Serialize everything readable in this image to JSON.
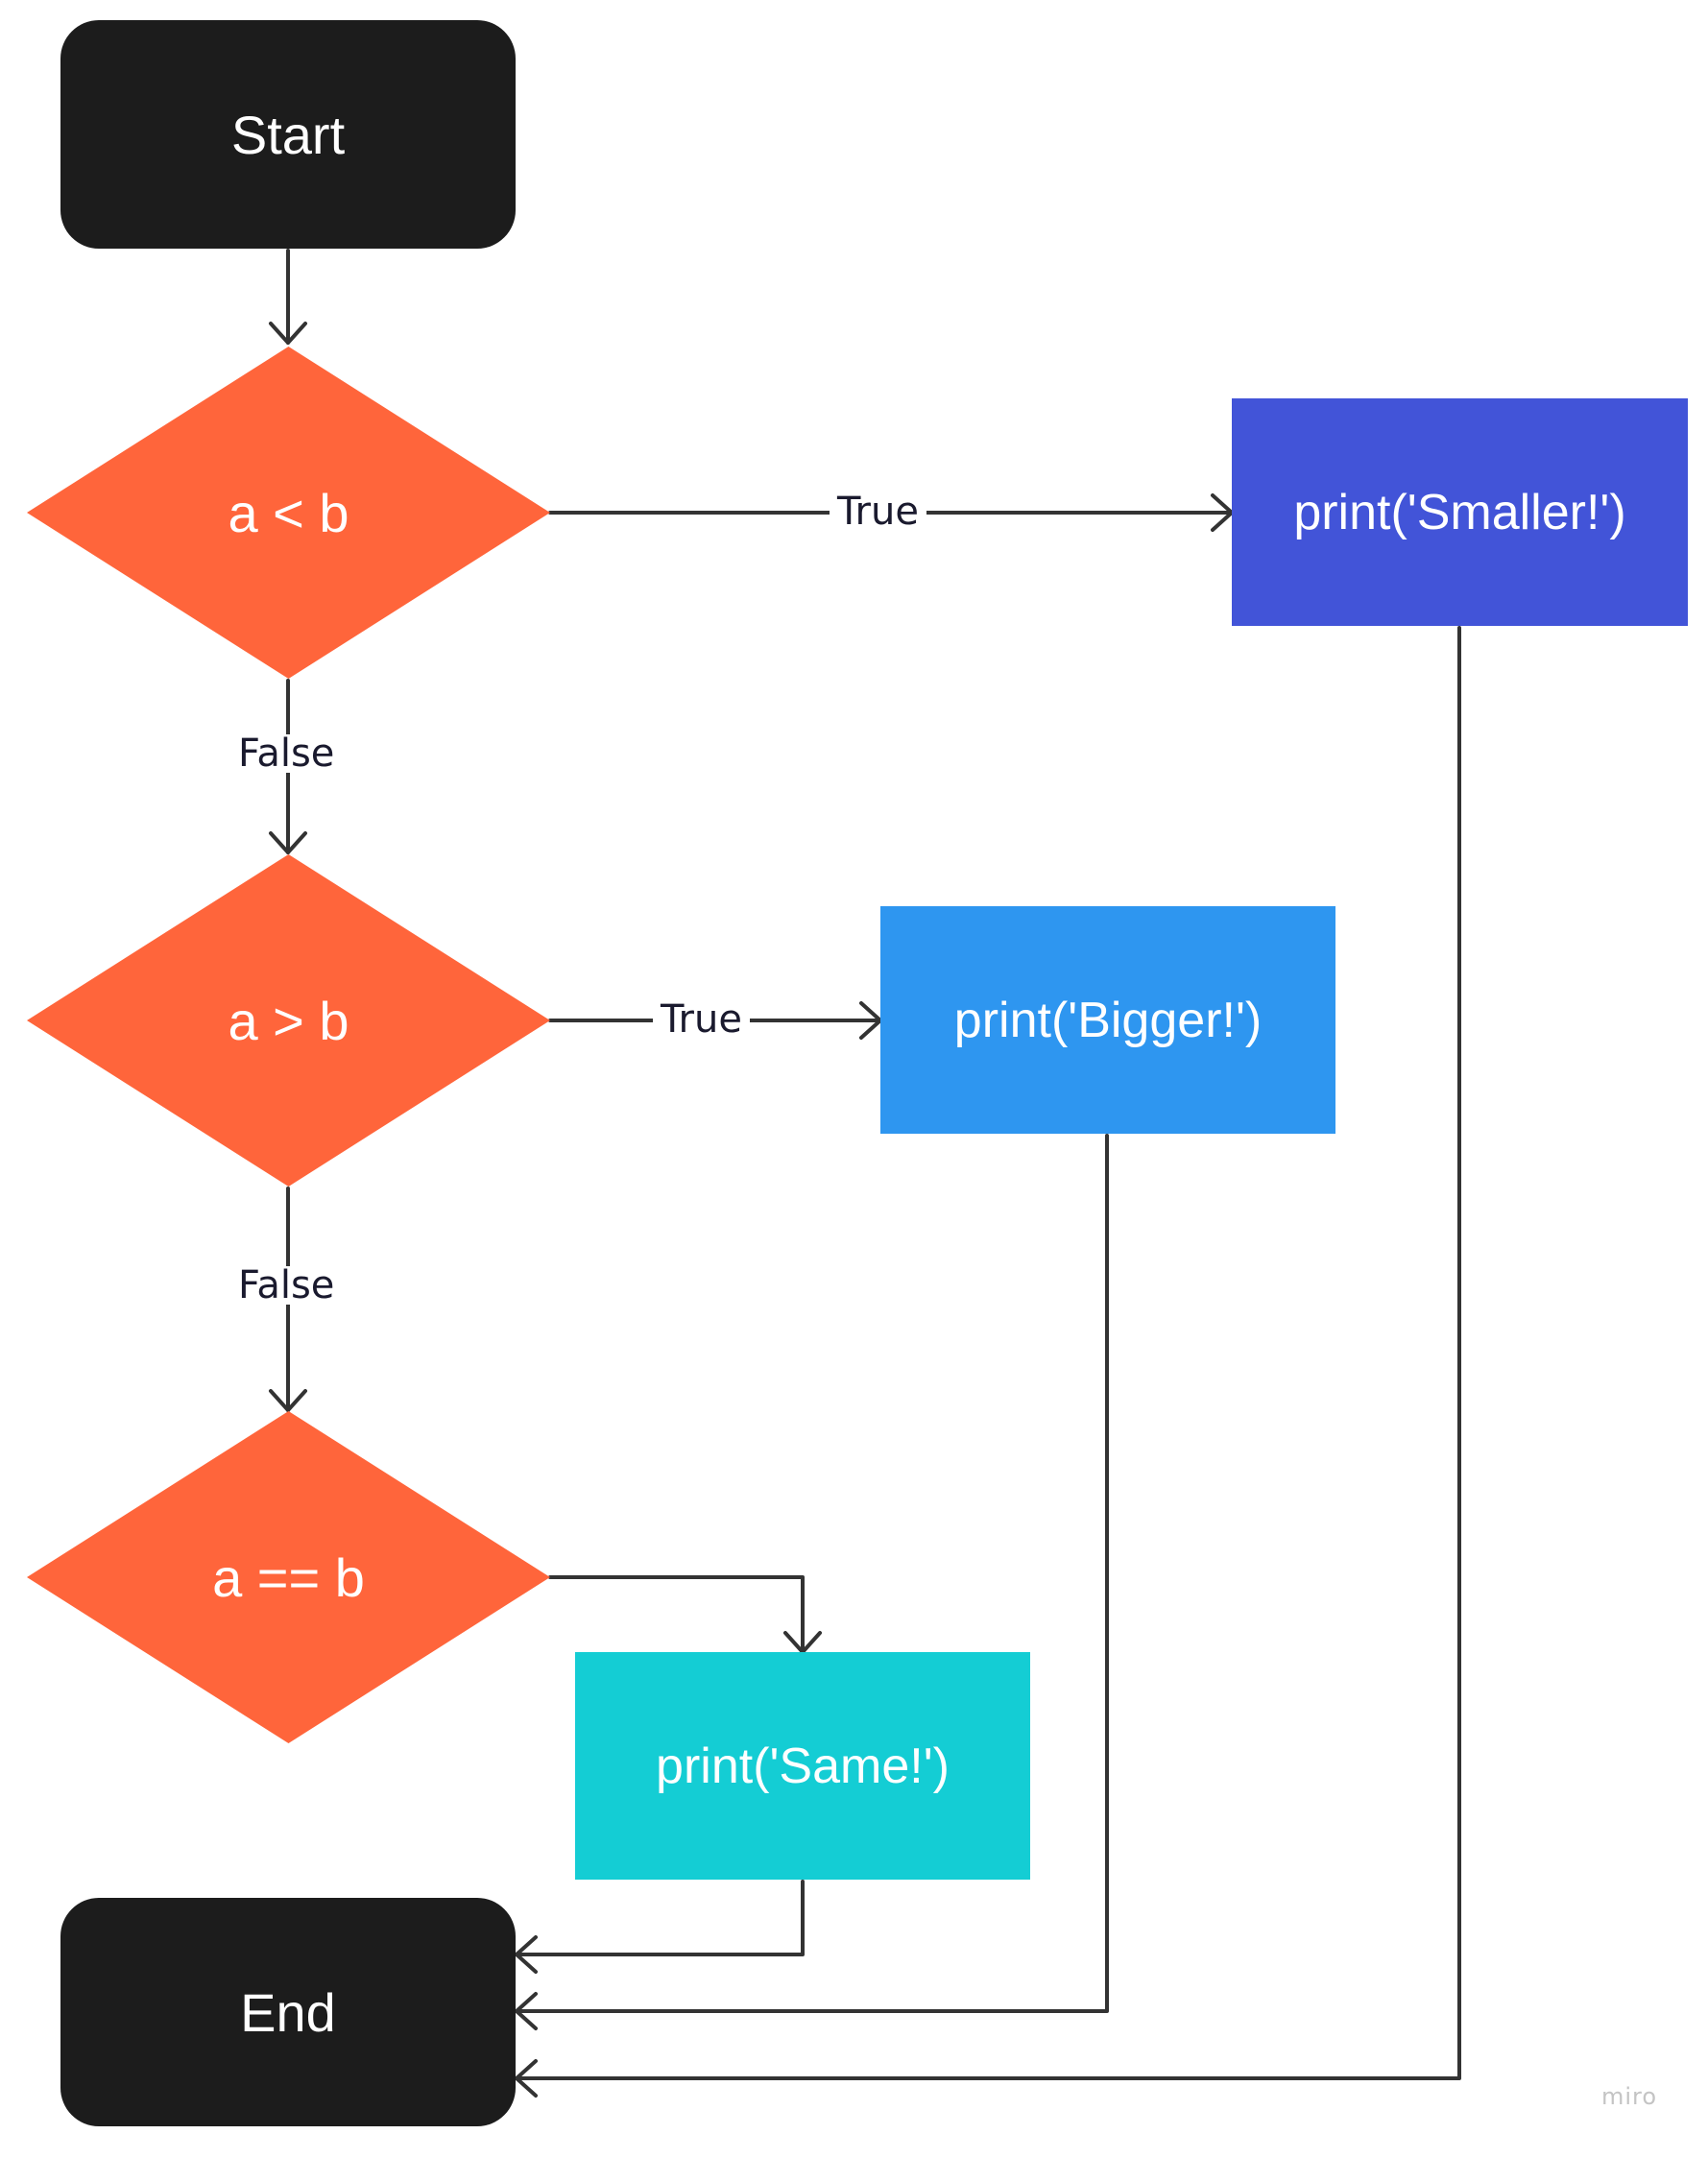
{
  "colors": {
    "terminal": "#1c1c1c",
    "decision": "#ff653b",
    "smaller": "#4254d8",
    "bigger": "#2e96f0",
    "same": "#14cdd4",
    "connector": "#333333",
    "edge_label": "#1a1a2e",
    "watermark": "#c4c4c4"
  },
  "nodes": {
    "start": {
      "label": "Start"
    },
    "decision_less": {
      "label": "a < b"
    },
    "decision_greater": {
      "label": "a > b"
    },
    "decision_equal": {
      "label": "a == b"
    },
    "print_smaller": {
      "label": "print('Smaller!')"
    },
    "print_bigger": {
      "label": "print('Bigger!')"
    },
    "print_same": {
      "label": "print('Same!')"
    },
    "end": {
      "label": "End"
    }
  },
  "edges": {
    "less_true": {
      "label": "True"
    },
    "less_false": {
      "label": "False"
    },
    "greater_true": {
      "label": "True"
    },
    "greater_false": {
      "label": "False"
    }
  },
  "watermark": {
    "text": "miro"
  }
}
